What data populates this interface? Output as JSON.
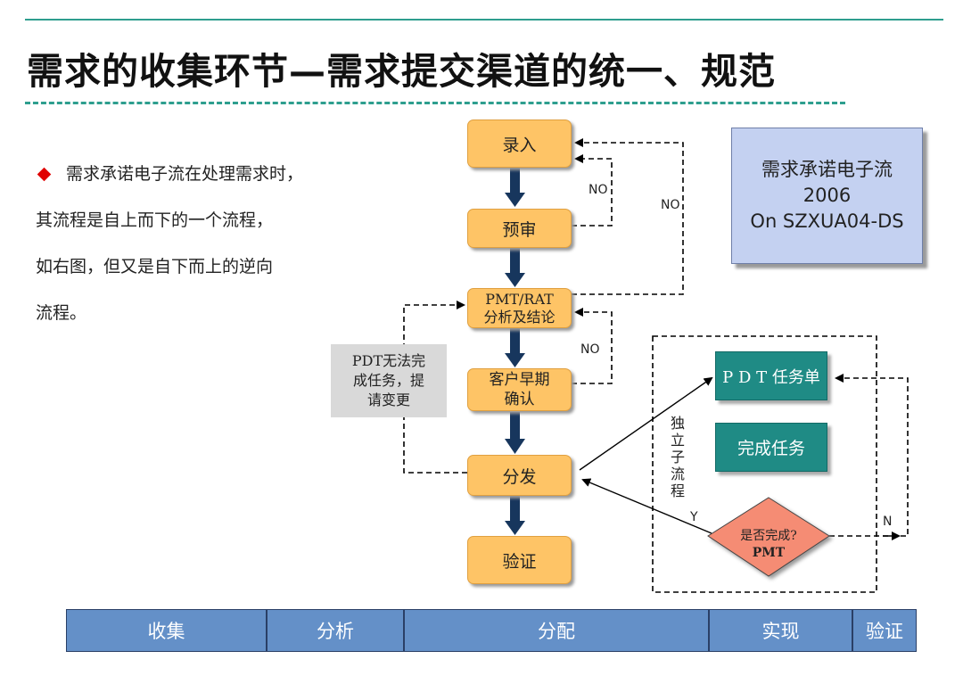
{
  "title": "需求的收集环节—需求提交渠道的统一、规范",
  "description": {
    "lines": [
      "需求承诺电子流在处理需求时，",
      "其流程是自上而下的一个流程，",
      "如右图，但又是自下而上的逆向",
      "流程。"
    ]
  },
  "flow": {
    "step1": "录入",
    "step2": "预审",
    "step3_line1": "PMT/RAT",
    "step3_line2": "分析及结论",
    "step4_line1": "客户早期",
    "step4_line2": "确认",
    "step5": "分发",
    "step6": "验证"
  },
  "labels": {
    "no1": "NO",
    "no2": "NO",
    "no3": "NO",
    "yes": "Y",
    "n": "N",
    "sub_flow": "独立子流程"
  },
  "change_note": {
    "line1": "PDT无法完",
    "line2": "成任务，提",
    "line3": "请变更"
  },
  "system_box": {
    "line1": "需求承诺电子流",
    "line2": "2006",
    "line3": "On SZXUA04-DS"
  },
  "subflow": {
    "task_sheet": "P D T 任务单",
    "complete_task": "完成任务",
    "decision_line1": "是否完成?",
    "decision_line2": "PMT"
  },
  "phases": [
    {
      "label": "收集"
    },
    {
      "label": "分析"
    },
    {
      "label": "分配"
    },
    {
      "label": "实现"
    },
    {
      "label": "验证"
    }
  ],
  "colors": {
    "accent_teal": "#2e9e8e",
    "step_orange": "#fec466",
    "task_teal": "#1f8b85",
    "decision_salmon": "#f58c74",
    "phase_blue": "#6490c8",
    "arrow_navy": "#17365d"
  }
}
